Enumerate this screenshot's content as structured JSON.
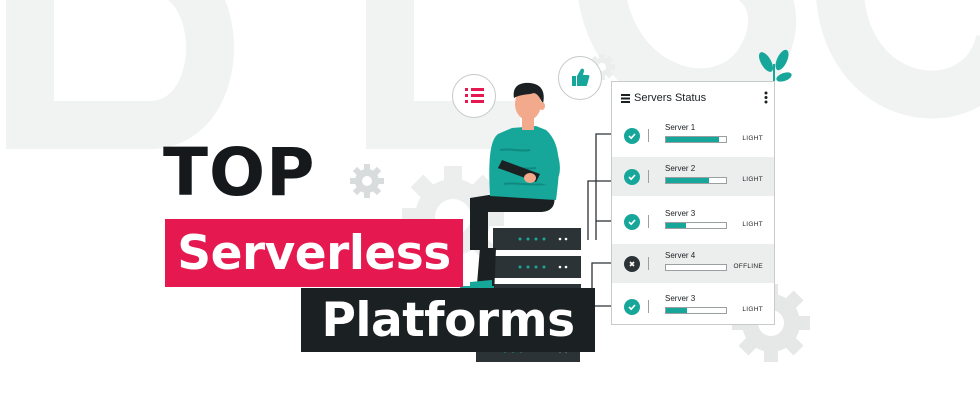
{
  "headline": {
    "top": "TOP",
    "line2": "Serverless",
    "line3": "Platforms"
  },
  "colors": {
    "accent_red": "#e5194f",
    "dark": "#1b2023",
    "teal": "#16a79a",
    "gear_gray": "#e3e5e5"
  },
  "panel": {
    "title": "Servers Status",
    "menu_icon": "list-icon",
    "more_icon": "more-vertical-icon",
    "rows": [
      {
        "name": "Server 1",
        "status": "LIGHT",
        "state": "ok",
        "load": 0.88
      },
      {
        "name": "Server 2",
        "status": "LIGHT",
        "state": "ok",
        "load": 0.72
      },
      {
        "name": "Server 3",
        "status": "LIGHT",
        "state": "ok",
        "load": 0.33
      },
      {
        "name": "Server 4",
        "status": "OFFLINE",
        "state": "offline",
        "load": 0.0
      },
      {
        "name": "Server 3",
        "status": "LIGHT",
        "state": "ok",
        "load": 0.35
      }
    ]
  },
  "icons": {
    "thumbs_up": "thumbs-up-icon",
    "checklist": "checklist-icon",
    "check": "check-icon",
    "close": "close-icon",
    "gear": "gear-icon",
    "plant": "plant-icon"
  }
}
